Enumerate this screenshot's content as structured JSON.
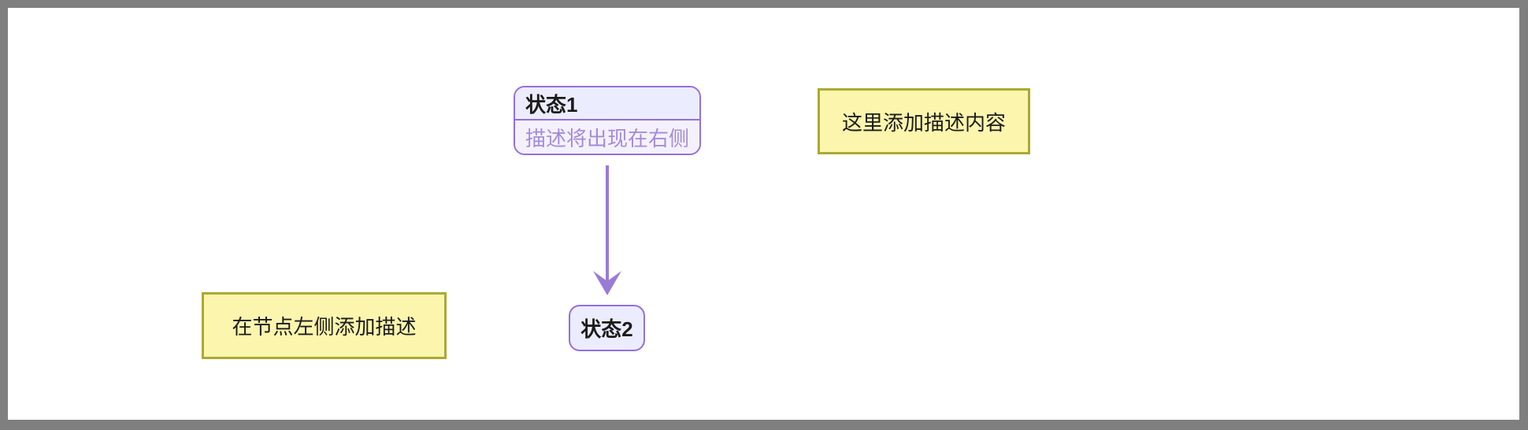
{
  "diagram": {
    "state1": {
      "title": "状态1",
      "description": "描述将出现在右侧"
    },
    "state2": {
      "title": "状态2"
    },
    "notes": {
      "right": "这里添加描述内容",
      "left": "在节点左侧添加描述"
    }
  },
  "colors": {
    "frame": "#7f7f7f",
    "canvas": "#ffffff",
    "node_fill": "#ececff",
    "node_desc_fill": "#f4f1fd",
    "node_border": "#9370db",
    "desc_text": "#a58cd7",
    "arrow": "#9a7bd6",
    "note_fill": "#fcf5ad",
    "note_border": "#aaaa33",
    "text": "#1b1b1b"
  }
}
